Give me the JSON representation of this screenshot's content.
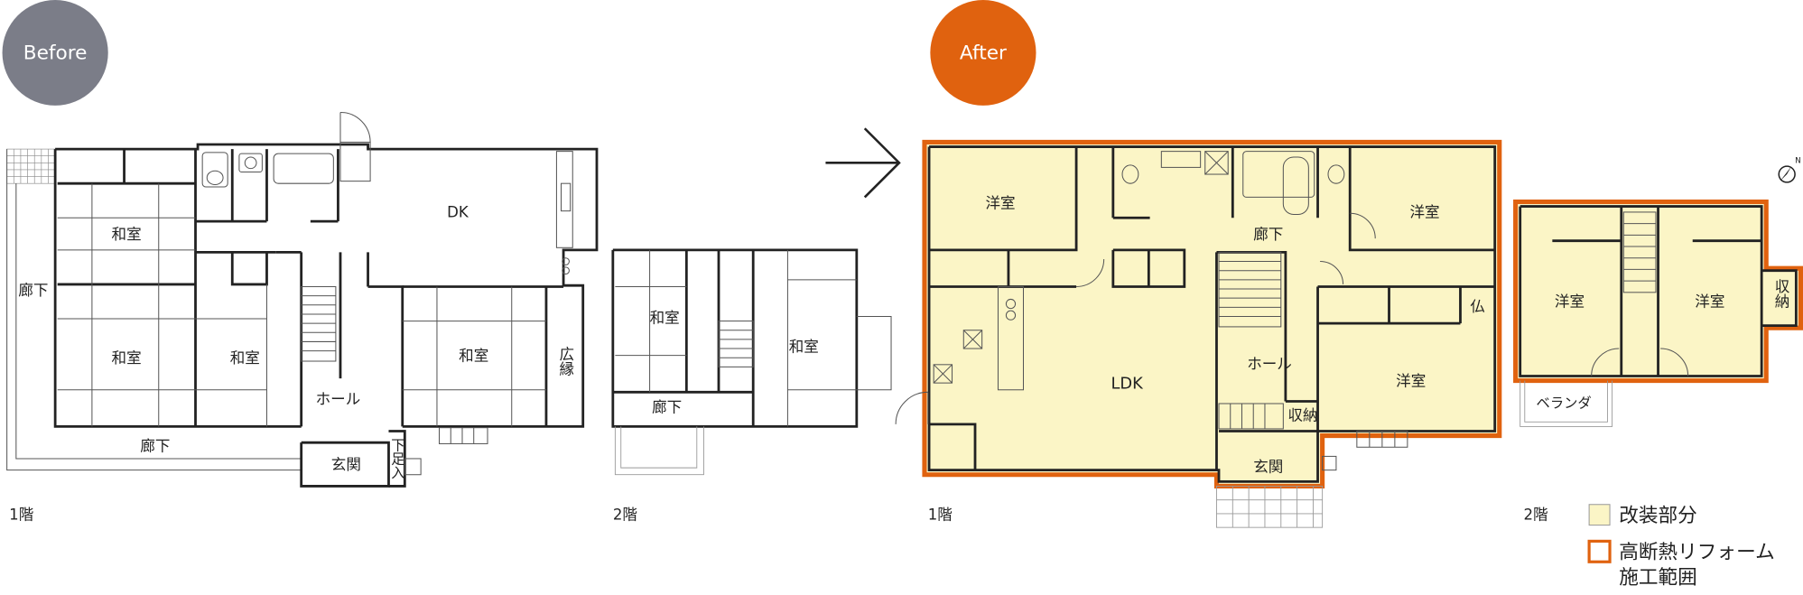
{
  "colors": {
    "before_badge": "#7b7d88",
    "after_badge": "#e0620f",
    "renovated_fill": "#fbf5c6",
    "insulation_outline": "#e0620f"
  },
  "badges": {
    "before": "Before",
    "after": "After"
  },
  "before": {
    "floor1": {
      "label": "1階",
      "rooms": {
        "washitsu_a": "和室",
        "washitsu_b": "和室",
        "washitsu_c": "和室",
        "washitsu_d": "和室",
        "dk": "DK",
        "hall": "ホール",
        "corridor_left": "廊下",
        "corridor_bottom": "廊下",
        "genkan": "玄関",
        "hiroen": "広縁",
        "geta": "下足入"
      }
    },
    "floor2": {
      "label": "2階",
      "rooms": {
        "washitsu_a": "和室",
        "washitsu_b": "和室",
        "corridor": "廊下"
      }
    }
  },
  "after": {
    "floor1": {
      "label": "1階",
      "rooms": {
        "yoshitsu_nw": "洋室",
        "yoshitsu_ne": "洋室",
        "yoshitsu_se": "洋室",
        "ldk": "LDK",
        "corridor": "廊下",
        "hall": "ホール",
        "shuno": "収納",
        "genkan": "玄関",
        "butsu": "仏"
      }
    },
    "floor2": {
      "label": "2階",
      "rooms": {
        "yoshitsu_a": "洋室",
        "yoshitsu_b": "洋室",
        "shuno": "収納",
        "veranda": "ベランダ"
      }
    }
  },
  "legend": {
    "renovated": "改装部分",
    "insulation_line1": "高断熱リフォーム",
    "insulation_line2": "施工範囲"
  },
  "compass_letter": "N"
}
